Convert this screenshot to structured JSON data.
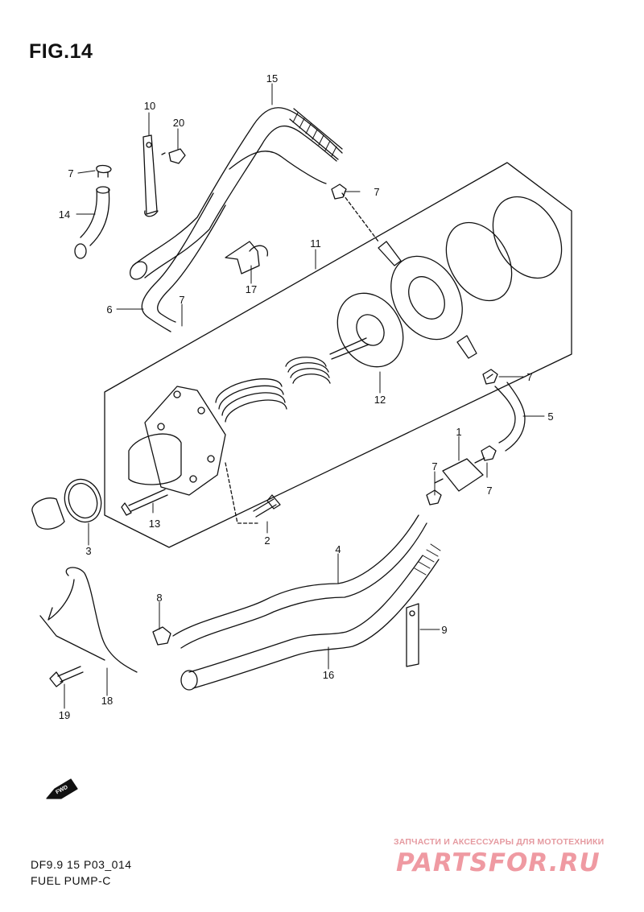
{
  "figure": {
    "title": "FIG.14",
    "model_code": "DF9.9 15 P03_014",
    "diagram_name": "FUEL PUMP-C",
    "fwd_label": "FWD"
  },
  "callouts": [
    {
      "id": "c15",
      "label": "15"
    },
    {
      "id": "c10",
      "label": "10"
    },
    {
      "id": "c20",
      "label": "20"
    },
    {
      "id": "c7a",
      "label": "7"
    },
    {
      "id": "c7b",
      "label": "7"
    },
    {
      "id": "c14",
      "label": "14"
    },
    {
      "id": "c11",
      "label": "11"
    },
    {
      "id": "c17",
      "label": "17"
    },
    {
      "id": "c6",
      "label": "6"
    },
    {
      "id": "c7c",
      "label": "7"
    },
    {
      "id": "c7d",
      "label": "7"
    },
    {
      "id": "c5",
      "label": "5"
    },
    {
      "id": "c12",
      "label": "12"
    },
    {
      "id": "c1",
      "label": "1"
    },
    {
      "id": "c7e",
      "label": "7"
    },
    {
      "id": "c7f",
      "label": "7"
    },
    {
      "id": "c13",
      "label": "13"
    },
    {
      "id": "c2",
      "label": "2"
    },
    {
      "id": "c3",
      "label": "3"
    },
    {
      "id": "c4",
      "label": "4"
    },
    {
      "id": "c8",
      "label": "8"
    },
    {
      "id": "c9",
      "label": "9"
    },
    {
      "id": "c16",
      "label": "16"
    },
    {
      "id": "c18",
      "label": "18"
    },
    {
      "id": "c19",
      "label": "19"
    }
  ],
  "watermark": {
    "tagline": "ЗАПЧАСТИ И АКСЕССУАРЫ ДЛЯ МОТОТЕХНИКИ",
    "brand": "PARTSFOR.RU",
    "color": "#ef9aa2"
  }
}
